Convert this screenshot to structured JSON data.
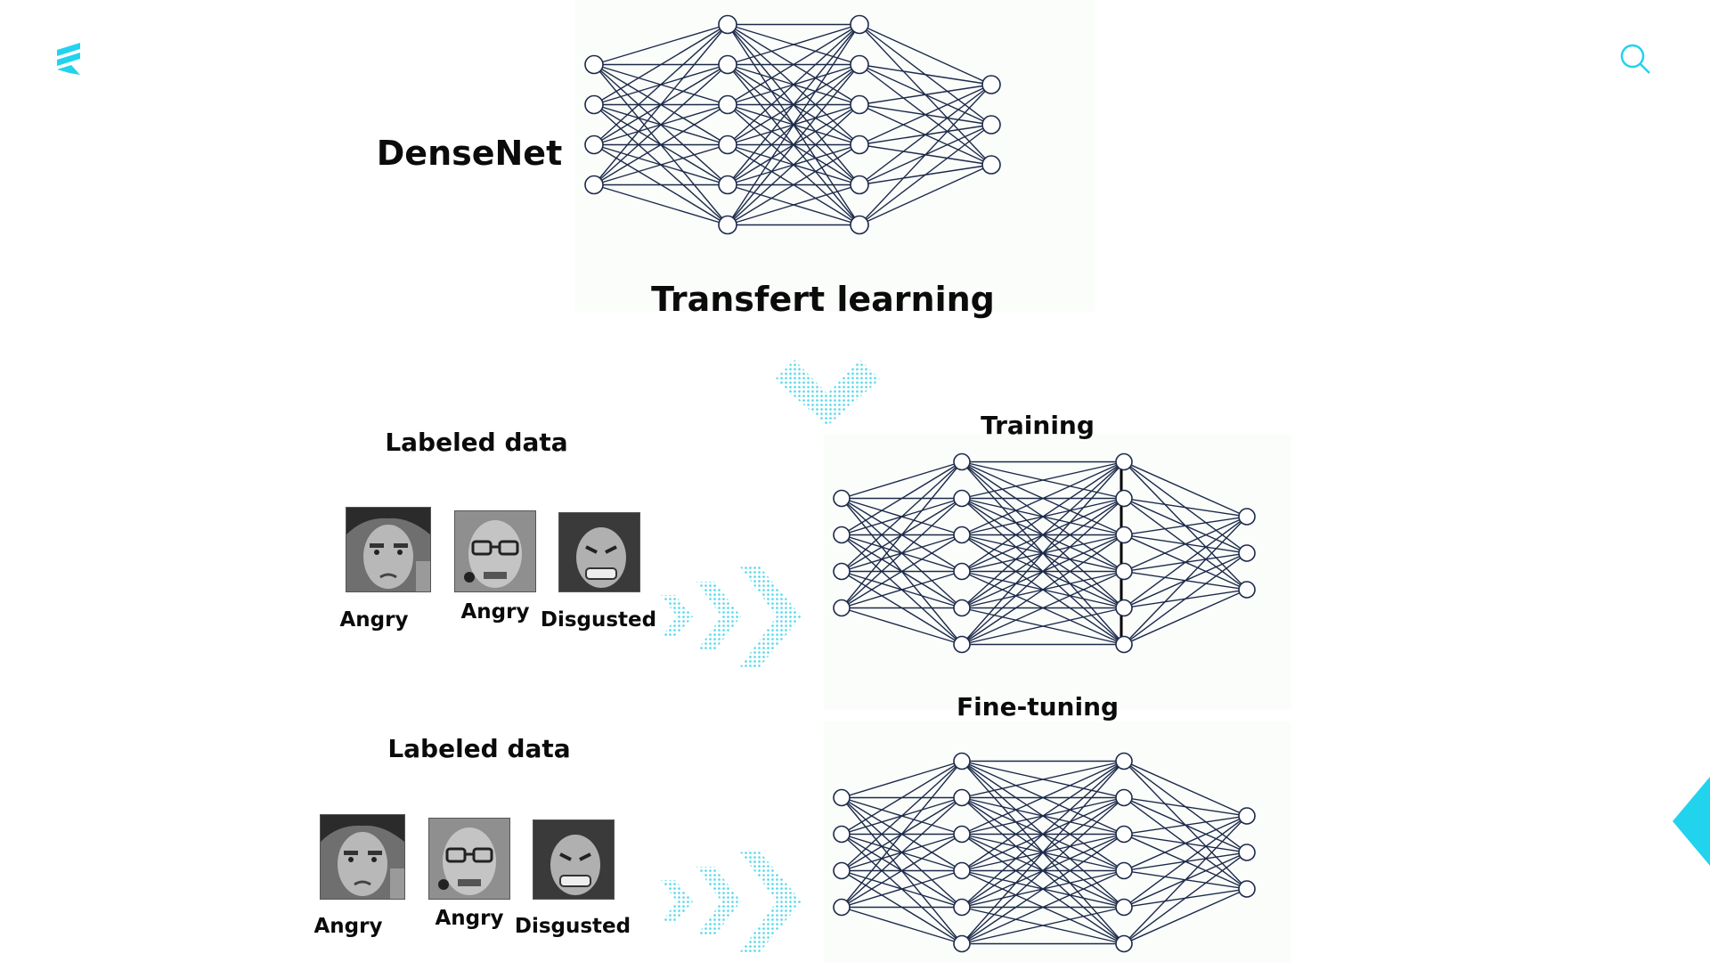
{
  "header": {
    "logo_icon": "logo-icon",
    "search_icon": "search-icon",
    "accent_color": "#22d3ee"
  },
  "top": {
    "model_name": "DenseNet",
    "caption": "Transfert learning"
  },
  "training": {
    "title": "Training",
    "data_title": "Labeled data",
    "samples": [
      {
        "label": "Angry",
        "face": "young-man-face"
      },
      {
        "label": "Angry",
        "face": "old-man-glasses-face"
      },
      {
        "label": "Disgusted",
        "face": "woman-grimace-face"
      }
    ]
  },
  "finetuning": {
    "title": "Fine-tuning",
    "data_title": "Labeled data",
    "samples": [
      {
        "label": "Angry",
        "face": "young-man-face"
      },
      {
        "label": "Angry",
        "face": "old-man-glasses-face"
      },
      {
        "label": "Disgusted",
        "face": "woman-grimace-face"
      }
    ]
  },
  "network": {
    "layers": [
      4,
      6,
      6,
      3
    ],
    "node_color": "#ffffff",
    "edge_color": "#1c2a4a"
  }
}
